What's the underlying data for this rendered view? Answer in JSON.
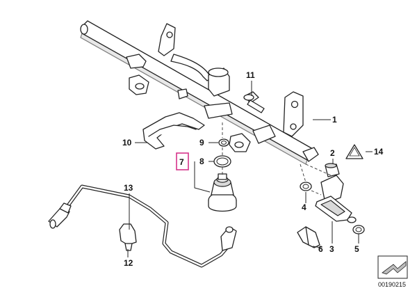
{
  "diagram": {
    "callouts": {
      "c1": "1",
      "c2": "2",
      "c3": "3",
      "c4": "4",
      "c5": "5",
      "c6": "6",
      "c7": "7",
      "c8": "8",
      "c9": "9",
      "c10": "10",
      "c11": "11",
      "c12": "12",
      "c13": "13",
      "c14": "14"
    },
    "selected_callout": "7",
    "selection_color": "#d6338a",
    "document_number": "00190215"
  }
}
